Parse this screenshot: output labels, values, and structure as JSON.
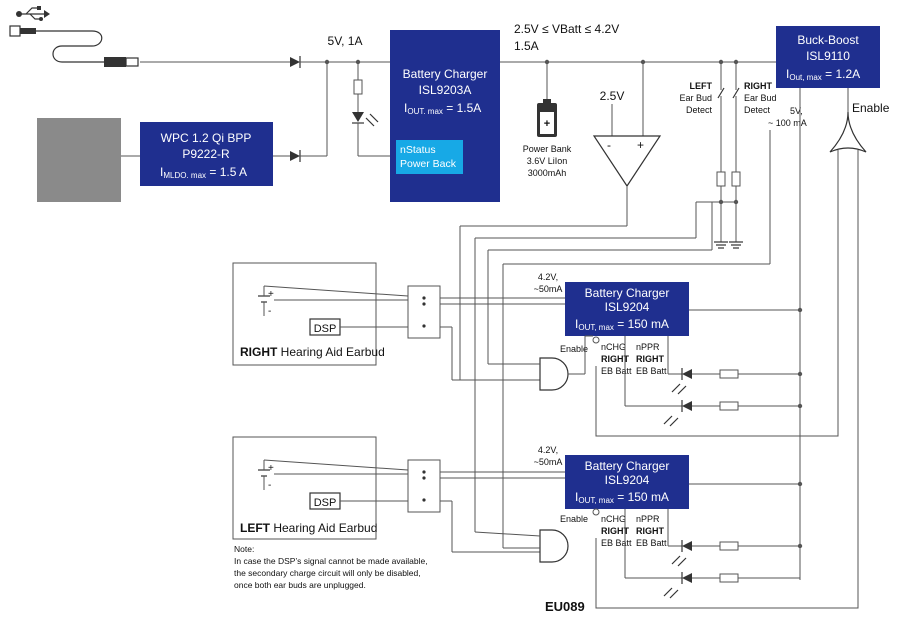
{
  "labels": {
    "v_in": "5V, 1A",
    "vbatt": "2.5V ≤ VBatt ≤ 4.2V",
    "vbatt_current": "1.5A",
    "ref": "2.5V",
    "left_detect": [
      "LEFT",
      "Ear Bud",
      "Detect"
    ],
    "right_detect": [
      "RIGHT",
      "Ear Bud",
      "Detect"
    ],
    "boost_out": [
      "5V,",
      "~ 100 mA"
    ],
    "enable": "Enable",
    "power_bank": [
      "Power Bank",
      "3.6V LiIon",
      "3000mAh"
    ],
    "r_out": [
      "4.2V,",
      "~50mA"
    ],
    "l_out": [
      "4.2V,",
      "~50mA"
    ],
    "enable_r": "Enable",
    "enable_l": "Enable",
    "r_nchg": [
      "nCHG",
      "RIGHT",
      "EB Batt"
    ],
    "r_nppr": [
      "nPPR",
      "RIGHT",
      "EB Batt"
    ],
    "l_nchg": [
      "nCHG",
      "RIGHT",
      "EB Batt"
    ],
    "l_nppr": [
      "nPPR",
      "RIGHT",
      "EB Batt"
    ],
    "note": [
      "Note:",
      "In case the DSP’s signal cannot be made available,",
      "the secondary charge circuit will only be disabled,",
      "once both ear buds are unplugged."
    ],
    "figure_id": "EU089"
  },
  "blocks": {
    "wpc": {
      "l1": "WPC 1.2 Qi BPP",
      "l2": "P9222-R",
      "l3": "I",
      "l3_sub": "MLDO. max",
      "l3_rest": " = 1.5 A"
    },
    "charger_main": {
      "l1": "Battery Charger",
      "l2": "ISL9203A",
      "l3": "I",
      "l3_sub": "OUT. max",
      "l3_rest": " = 1.5A",
      "status1": "nStatus",
      "status2": "Power Back"
    },
    "buck_boost": {
      "l1": "Buck-Boost",
      "l2": "ISL9110",
      "l3": "I",
      "l3_sub": "Out, max",
      "l3_rest": " = 1.2A"
    },
    "charger_r": {
      "l1": "Battery Charger",
      "l2": "ISL9204",
      "l3": "I",
      "l3_sub": "OUT, max",
      "l3_rest": " = 150 mA"
    },
    "charger_l": {
      "l1": "Battery Charger",
      "l2": "ISL9204",
      "l3": "I",
      "l3_sub": "OUT, max",
      "l3_rest": " = 150 mA"
    }
  },
  "earbuds": {
    "right": {
      "dsp": "DSP",
      "name_bold": "RIGHT",
      "name_rest": " Hearing Aid Earbud",
      "plus": "+",
      "minus": "-"
    },
    "left": {
      "dsp": "DSP",
      "name_bold": "LEFT",
      "name_rest": " Hearing Aid Earbud",
      "plus": "+",
      "minus": "-"
    }
  },
  "comparator": {
    "minus": "-",
    "plus": "+"
  },
  "battery_symbol": "+",
  "colors": {
    "block": "#1f2f8f",
    "status": "#17a9e6",
    "wpc_pad": "#8a8a8a",
    "wire": "#555555"
  }
}
